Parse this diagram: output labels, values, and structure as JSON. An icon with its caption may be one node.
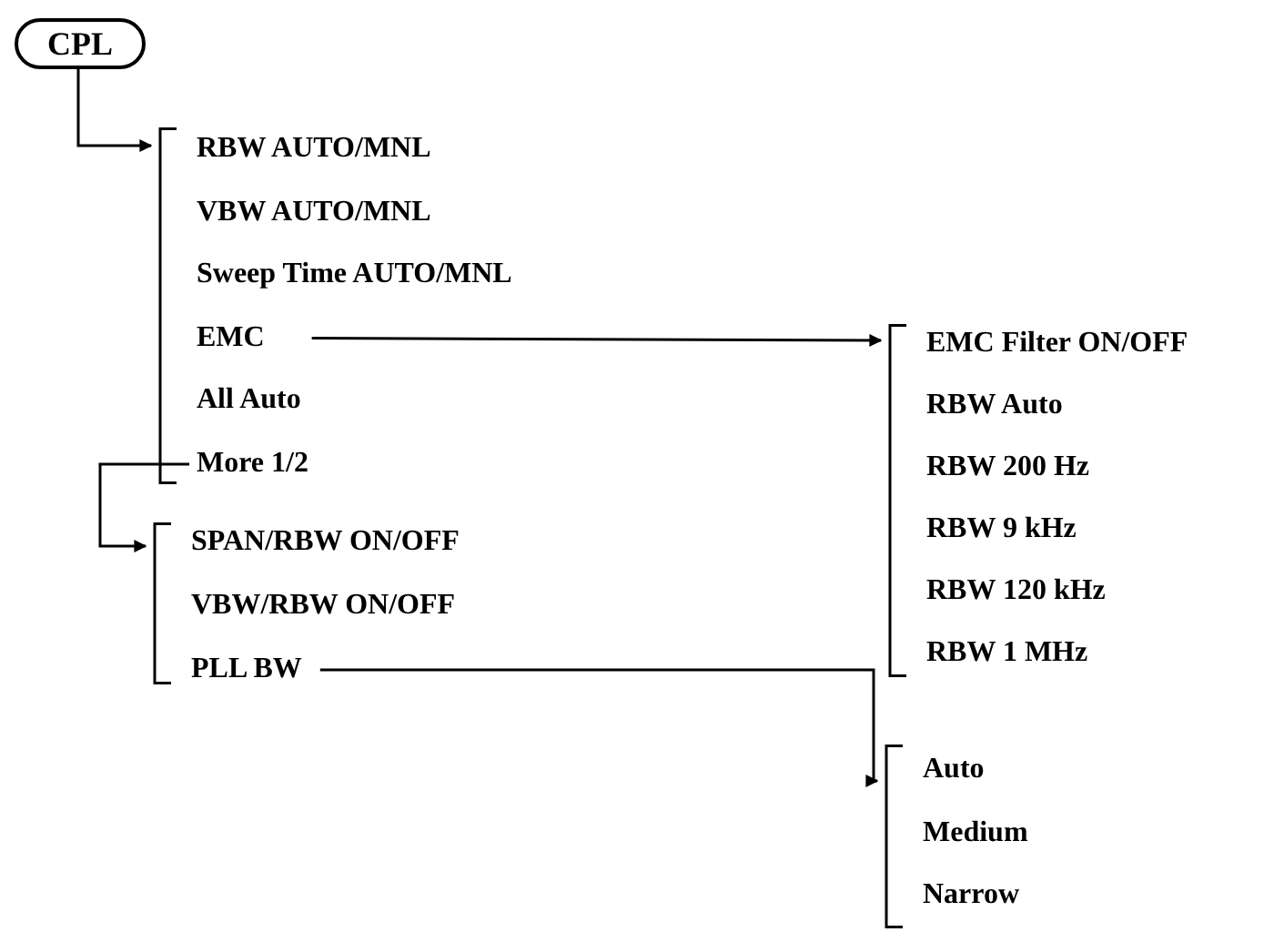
{
  "diagram": {
    "nodes": [
      {
        "text": [
          "CPL"
        ]
      },
      {
        "text": [],
        "shape": "bracket"
      },
      {
        "text": [
          "RBW AUTO/MNL"
        ],
        "in": 1
      },
      {
        "text": [
          "VBW AUTO/MNL"
        ],
        "in": 1
      },
      {
        "text": [
          "Sweep Time AUTO/MNL"
        ],
        "in": 1
      },
      {
        "text": [
          "EMC"
        ],
        "in": 1
      },
      {
        "text": [
          "All Auto"
        ],
        "in": 1
      },
      {
        "text": [
          "More 1/2"
        ],
        "in": 1
      },
      {
        "text": [],
        "shape": "bracket"
      },
      {
        "text": [
          "SPAN/RBW ON/OFF"
        ],
        "in": 8
      },
      {
        "text": [
          "VBW/RBW ON/OFF"
        ],
        "in": 8
      },
      {
        "text": [
          "PLL BW"
        ],
        "in": 8
      },
      {
        "text": [],
        "shape": "bracket"
      },
      {
        "text": [
          "EMC Filter ON/OFF"
        ],
        "in": 12
      },
      {
        "text": [
          "RBW Auto"
        ],
        "in": 12
      },
      {
        "text": [
          "RBW 200 Hz"
        ],
        "in": 12
      },
      {
        "text": [
          "RBW 9 kHz"
        ],
        "in": 12
      },
      {
        "text": [
          "RBW 120 kHz"
        ],
        "in": 12
      },
      {
        "text": [
          "RBW 1 MHz"
        ],
        "in": 12
      },
      {
        "text": [],
        "shape": "bracket"
      },
      {
        "text": [
          "Auto"
        ],
        "in": 19
      },
      {
        "text": [
          "Medium"
        ],
        "in": 19
      },
      {
        "text": [
          "Narrow"
        ],
        "in": 19
      }
    ],
    "edges": [
      {
        "from": 0,
        "to": 1,
        "arrow": "to"
      },
      {
        "from": 7,
        "to": 8,
        "arrow": "to"
      },
      {
        "from": 5,
        "to": 12,
        "arrow": "to"
      },
      {
        "from": 11,
        "to": 19,
        "arrow": "to"
      }
    ]
  }
}
